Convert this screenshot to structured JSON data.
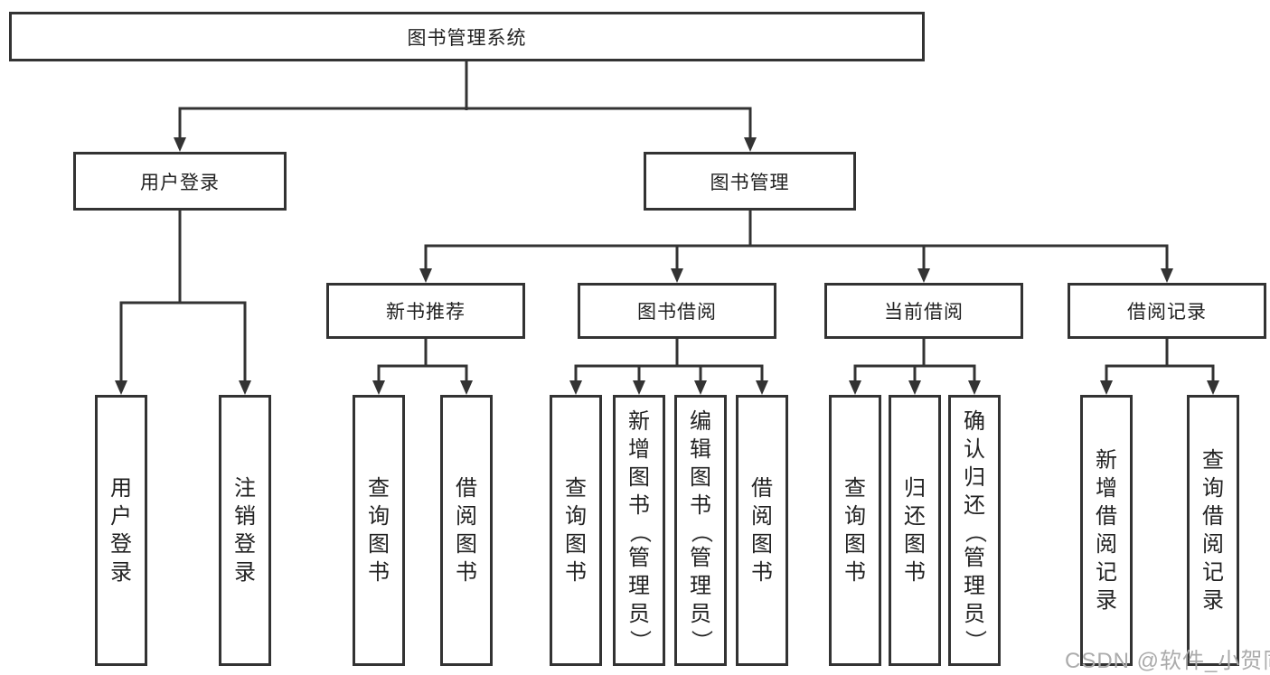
{
  "title": "图书管理系统",
  "tree": {
    "root": {
      "label": "图书管理系统"
    },
    "children": [
      {
        "label": "用户登录",
        "leaves": [
          "用户登录",
          "注销登录"
        ]
      },
      {
        "label": "图书管理",
        "children": [
          {
            "label": "新书推荐",
            "leaves": [
              "查询图书",
              "借阅图书"
            ]
          },
          {
            "label": "图书借阅",
            "leaves": [
              "查询图书",
              "新增图书（管理员）",
              "编辑图书（管理员）",
              "借阅图书"
            ]
          },
          {
            "label": "当前借阅",
            "leaves": [
              "查询图书",
              "归还图书",
              "确认归还（管理员）"
            ]
          },
          {
            "label": "借阅记录",
            "leaves": [
              "新增借阅记录",
              "查询借阅记录"
            ]
          }
        ]
      }
    ]
  },
  "watermark": "CSDN @软件_小贺同学",
  "colors": {
    "line": "#333333",
    "text": "#222222",
    "watermark": "#ababab",
    "background": "#ffffff"
  }
}
